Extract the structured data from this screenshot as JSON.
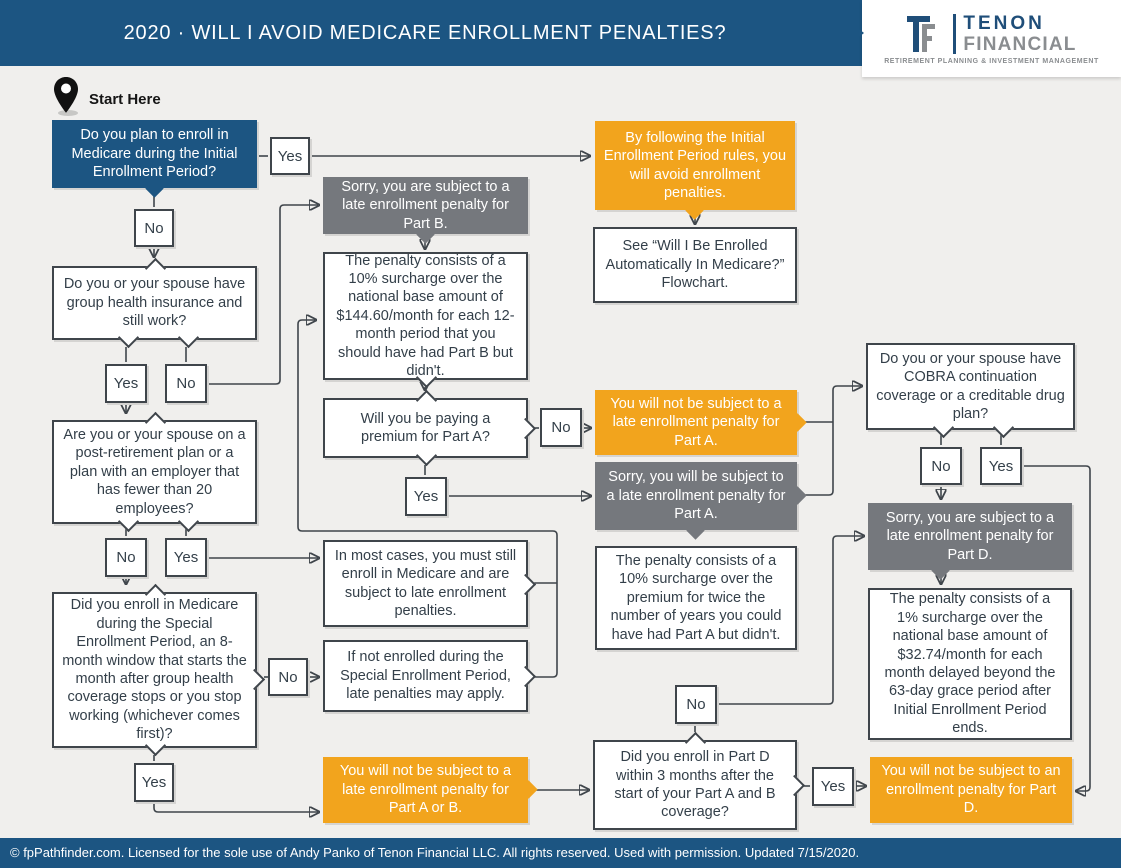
{
  "header": {
    "title": "2020 · WILL I AVOID MEDICARE ENROLLMENT PENALTIES?",
    "logo": {
      "name_line1": "TENON",
      "name_line2": "FINANCIAL",
      "tagline": "RETIREMENT PLANNING & INVESTMENT MANAGEMENT"
    }
  },
  "start_label": "Start Here",
  "labels": {
    "yes": "Yes",
    "no": "No"
  },
  "nodes": {
    "q_initial": "Do you plan to enroll in Medicare during the Initial Enrollment Period?",
    "avoid_initial": "By following the Initial Enrollment Period rules, you will avoid enrollment penalties.",
    "see_flowchart": "See “Will I Be Enrolled Automatically In Medicare?” Flowchart.",
    "q_group_health": "Do you or your spouse have group health insurance and still work?",
    "sorry_b": "Sorry, you are subject to a late enrollment penalty for Part B.",
    "penalty_b": "The penalty consists of a 10% surcharge over the national base amount of $144.60/month for each 12-month period that you should have had Part B but didn't.",
    "q_premium_a": "Will you be paying a premium for Part A?",
    "no_penalty_a": "You will not be subject to a late enrollment penalty for Part A.",
    "sorry_a": "Sorry, you will be subject to a late enrollment penalty for Part A.",
    "penalty_a": "The penalty consists of a 10% surcharge over the premium for twice the number of years you could have had Part A but didn't.",
    "q_post_retirement": "Are you or your spouse on a post-retirement plan or a plan with an employer that has fewer than 20 employees?",
    "q_sep": "Did you enroll in Medicare during the Special Enrollment Period, an 8-month window that starts the month after group health coverage stops or you stop working (whichever comes first)?",
    "in_most_cases": "In most cases, you must still enroll in Medicare and are subject to late enrollment penalties.",
    "if_not_enrolled": "If not enrolled during the Special Enrollment Period, late penalties may apply.",
    "no_penalty_ab": "You will not be subject to a late enrollment penalty for Part A or B.",
    "q_cobra": "Do you or your spouse have COBRA continuation coverage or a creditable drug plan?",
    "sorry_d": "Sorry, you are subject to a late enrollment penalty for Part D.",
    "penalty_d": "The penalty consists of a 1% surcharge over the national base amount of $32.74/month for each month delayed beyond the 63-day grace period after Initial Enrollment Period ends.",
    "q_part_d": "Did you enroll in Part D within 3 months after the start of your Part A and B coverage?",
    "no_penalty_d": "You will not be subject to an enrollment penalty for Part D."
  },
  "footer": {
    "text": "© fpPathfinder.com. Licensed for the sole use of Andy Panko of Tenon Financial LLC. All rights reserved. Used with permission. Updated 7/15/2020."
  },
  "colors": {
    "blue": "#1C5582",
    "orange": "#F2A41D",
    "gray": "#75787D",
    "line": "#3F454B"
  }
}
